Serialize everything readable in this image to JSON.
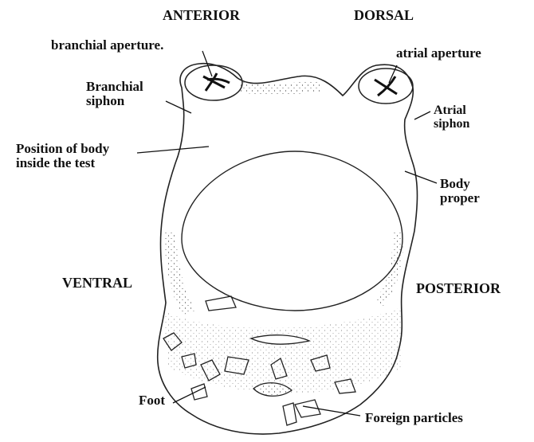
{
  "orientation": {
    "anterior": "ANTERIOR",
    "dorsal": "DORSAL",
    "ventral": "VENTRAL",
    "posterior": "POSTERIOR"
  },
  "labels": {
    "branchial_aperture": "branchial aperture.",
    "atrial_aperture": "atrial aperture",
    "branchial_siphon": [
      "Branchial",
      "siphon"
    ],
    "atrial_siphon": [
      "Atrial",
      "siphon"
    ],
    "body_position": [
      "Position of body",
      "inside the test"
    ],
    "body_proper": [
      "Body",
      "proper"
    ],
    "foot": "Foot",
    "foreign_particles": "Foreign particles"
  },
  "colors": {
    "ink": "#111111",
    "paper": "#ffffff"
  }
}
